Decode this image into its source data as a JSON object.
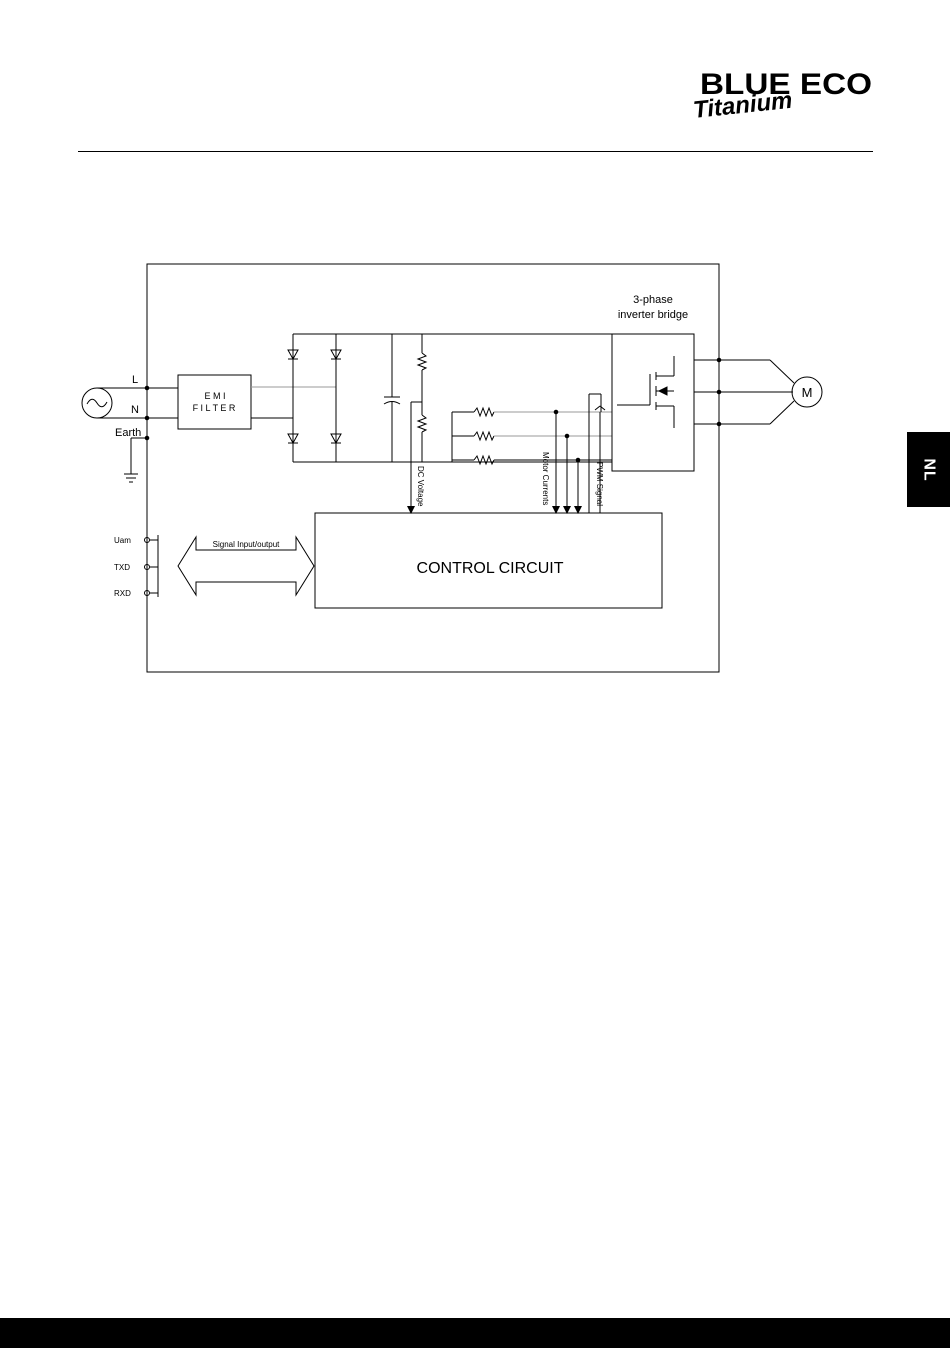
{
  "brand": {
    "name_main": "BLUE ECO",
    "name_script": "Titanium"
  },
  "language_tab": "NL",
  "diagram": {
    "inverter_title_line1": "3-phase",
    "inverter_title_line2": "inverter bridge",
    "emi_line1": "E M I",
    "emi_line2": "F I L T E R",
    "label_L": "L",
    "label_N": "N",
    "label_earth": "Earth",
    "motor": "M",
    "dc_voltage": "DC Voltage",
    "motor_currents": "Motor Currents",
    "pwm_signal": "PWM Signal",
    "control_circuit": "CONTROL CIRCUIT",
    "signal_io": "Signal Input/output",
    "io_pins": [
      "Uam",
      "TXD",
      "RXD"
    ]
  },
  "colors": {
    "ink": "#000000",
    "wire_grey": "#999999",
    "background": "#ffffff"
  }
}
